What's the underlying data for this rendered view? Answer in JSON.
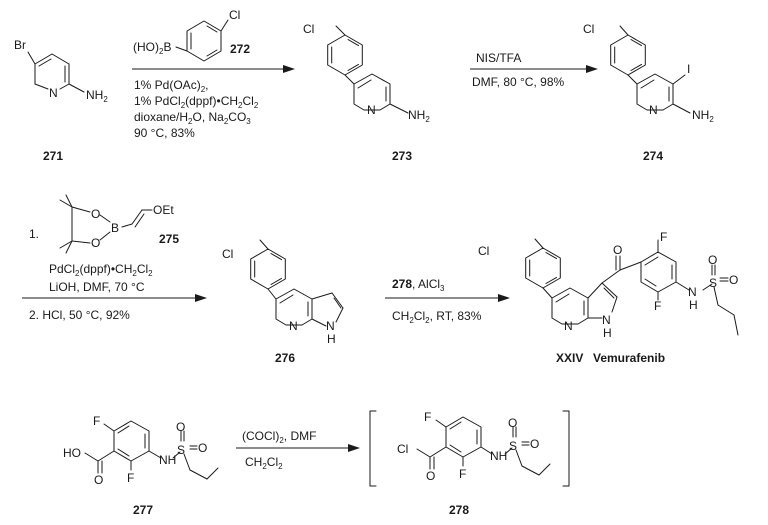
{
  "compounds": {
    "c271": "271",
    "c272": "272",
    "c273": "273",
    "c274": "274",
    "c275": "275",
    "c276": "276",
    "c277": "277",
    "c278": "278"
  },
  "vemurafenib": {
    "roman": "XXIV",
    "name": "Vemurafenib"
  },
  "atoms": {
    "br": "Br",
    "cl": "Cl",
    "i": "I",
    "f": "F",
    "o": "O",
    "n": "N",
    "nh": "NH",
    "h": "H",
    "s": "S",
    "b": "B",
    "nh2_N": "NH",
    "nh2_sub": "2",
    "boronic_acid": "(HO)",
    "boronic_sub": "2",
    "boronic_b": "B",
    "oet": "OEt",
    "ho": "HO"
  },
  "step1": {
    "reagent_num": "272",
    "cond1": "1% Pd(OAc)",
    "cond1_sub": "2",
    "cond1_end": ",",
    "cond2_a": "1% PdCl",
    "cond2_sub1": "2",
    "cond2_b": "(dppf)",
    "cond2_dot": "•",
    "cond2_c": "CH",
    "cond2_sub2": "2",
    "cond2_d": "Cl",
    "cond2_sub3": "2",
    "cond3_a": "dioxane/H",
    "cond3_sub": "2",
    "cond3_b": "O, Na",
    "cond3_sub2": "2",
    "cond3_c": "CO",
    "cond3_sub3": "3",
    "cond4": "90 °C,  83%"
  },
  "step2": {
    "above": "NIS/TFA",
    "below": "DMF, 80 °C, 98%"
  },
  "step3": {
    "prefix": "1.",
    "line1_a": "PdCl",
    "line1_sub": "2",
    "line1_b": "(dppf)",
    "line1_dot": "•",
    "line1_c": "CH",
    "line1_sub2": "2",
    "line1_d": "Cl",
    "line1_sub3": "2",
    "line2": "LiOH, DMF, 70 °C",
    "line3": "2.  HCl, 50 °C, 92%"
  },
  "step4": {
    "above_a": "278",
    "above_b": ", AlCl",
    "above_sub": "3",
    "below_a": "CH",
    "below_sub1": "2",
    "below_b": "Cl",
    "below_sub2": "2",
    "below_c": ", RT, 83%"
  },
  "step5": {
    "above": "(COCl)",
    "above_sub": "2",
    "above_end": ", DMF",
    "below_a": "CH",
    "below_sub1": "2",
    "below_b": "Cl",
    "below_sub2": "2"
  }
}
